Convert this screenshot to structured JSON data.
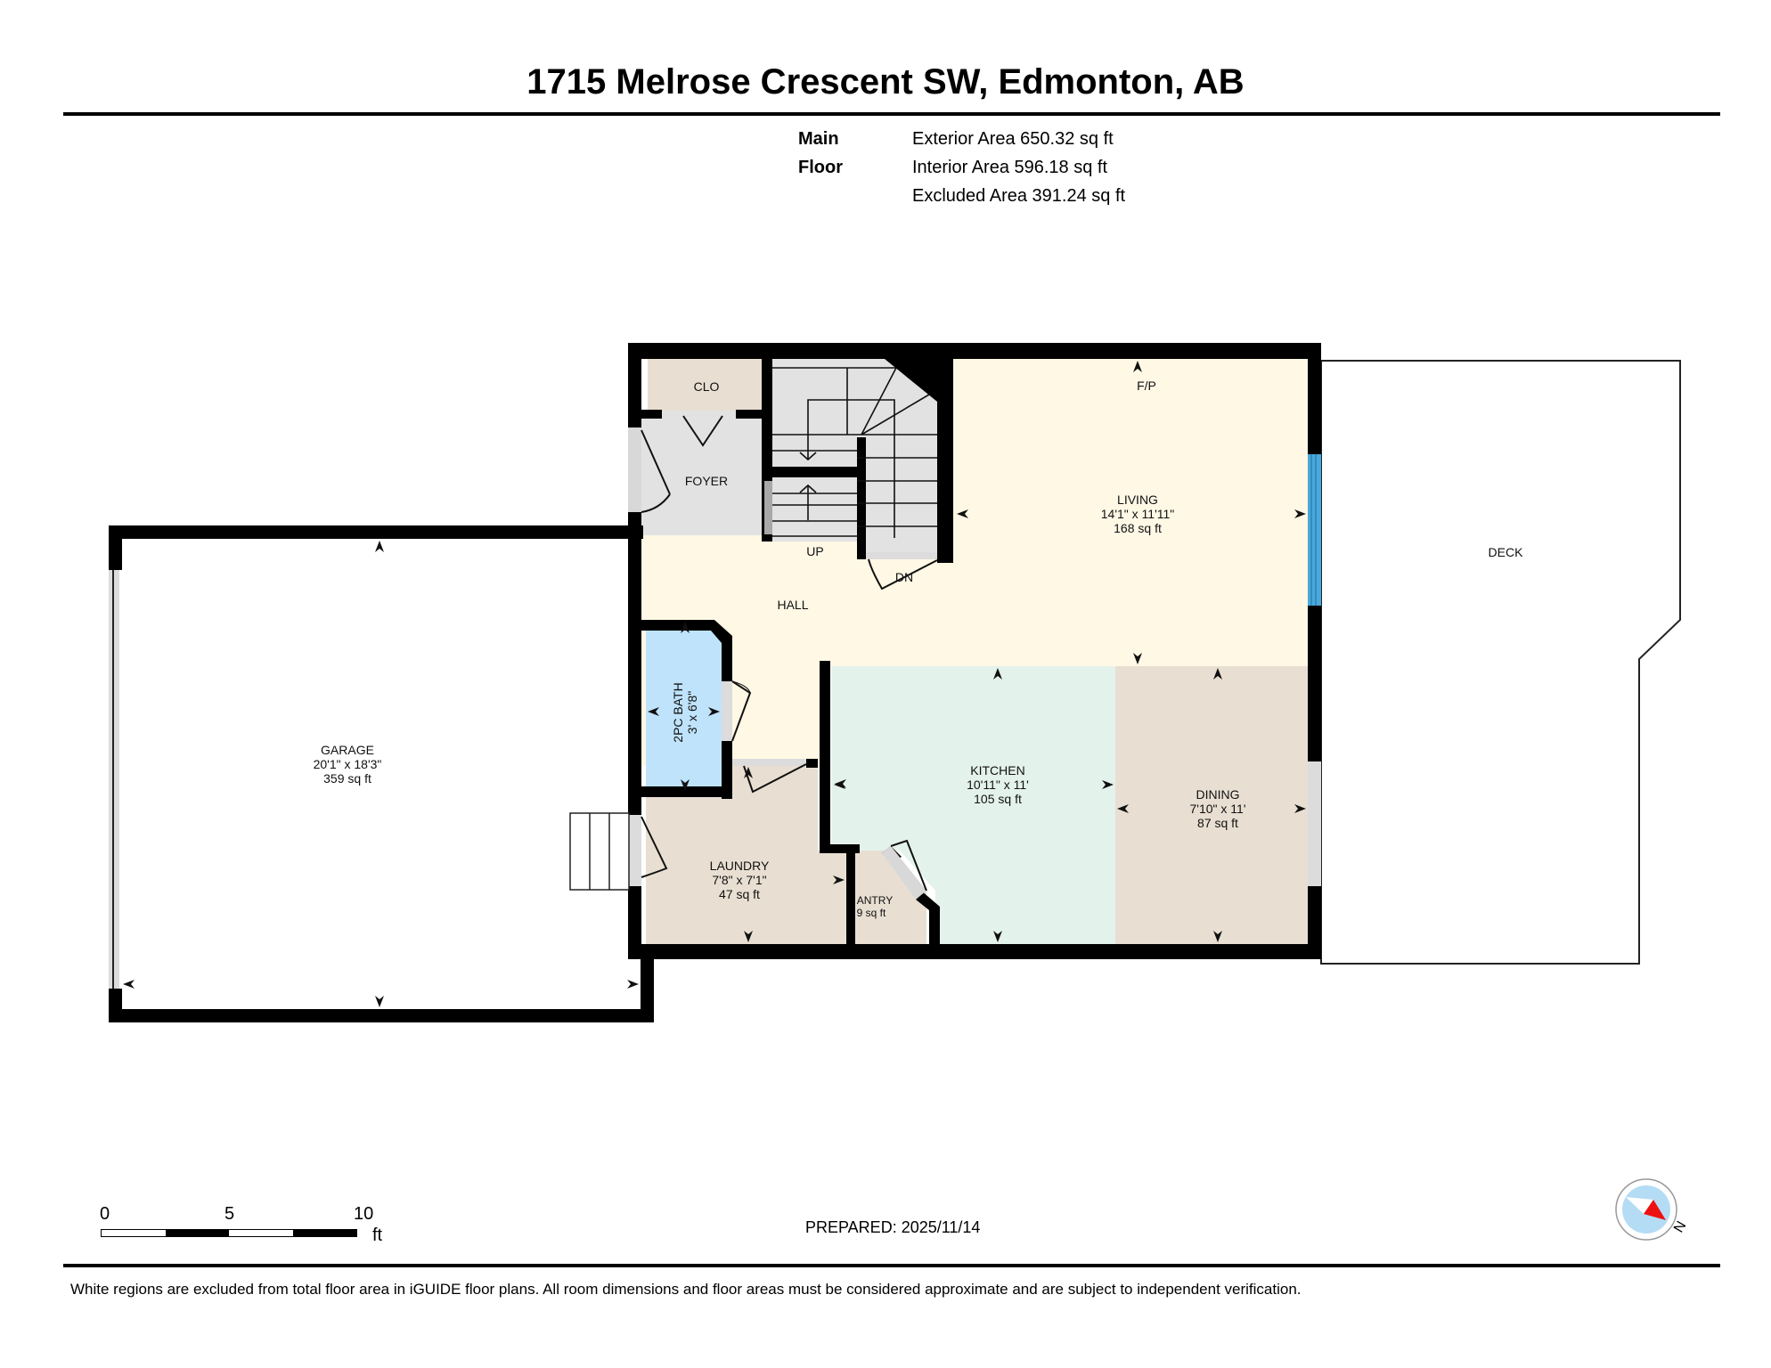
{
  "header": {
    "title": "1715 Melrose Crescent SW, Edmonton, AB"
  },
  "summary": {
    "floor_name": "Main Floor",
    "exterior_area": "Exterior Area 650.32 sq ft",
    "interior_area": "Interior Area 596.18 sq ft",
    "excluded_area": "Excluded Area 391.24 sq ft"
  },
  "rooms": {
    "clo": {
      "name": "CLO"
    },
    "foyer": {
      "name": "FOYER"
    },
    "hall": {
      "name": "HALL"
    },
    "up": {
      "name": "UP"
    },
    "dn": {
      "name": "DN"
    },
    "fp": {
      "name": "F/P"
    },
    "living": {
      "name": "LIVING",
      "dims": "14'1\" x 11'11\"",
      "area": "168 sq ft"
    },
    "deck": {
      "name": "DECK"
    },
    "bath": {
      "name": "2PC BATH",
      "dims": "3' x 6'8\""
    },
    "kitchen": {
      "name": "KITCHEN",
      "dims": "10'11\" x 11'",
      "area": "105 sq ft"
    },
    "dining": {
      "name": "DINING",
      "dims": "7'10\" x 11'",
      "area": "87 sq ft"
    },
    "laundry": {
      "name": "LAUNDRY",
      "dims": "7'8\" x 7'1\"",
      "area": "47 sq ft"
    },
    "pantry": {
      "name": "ANTRY",
      "area": "9 sq ft"
    },
    "garage": {
      "name": "GARAGE",
      "dims": "20'1\" x 18'3\"",
      "area": "359 sq ft"
    }
  },
  "colors": {
    "wall": "#000000",
    "living_hall": "#fff8e5",
    "closet_laundry_dining": "#e8dfd2",
    "foyer_stairs": "#e2e2e2",
    "kitchen": "#e4f2ec",
    "bath": "#bfe3fb",
    "window": "#4aa8dc",
    "compass_red": "#ee1111",
    "compass_blue": "#b5dcf5"
  },
  "scale_bar": {
    "ticks": [
      "0",
      "5",
      "10"
    ],
    "unit": "ft"
  },
  "footer": {
    "prepared": "PREPARED: 2025/11/14",
    "disclaimer": "White regions are excluded from total floor area in iGUIDE floor plans. All room dimensions and floor areas must be considered approximate and are subject to independent verification."
  },
  "compass": {
    "label": "N"
  }
}
